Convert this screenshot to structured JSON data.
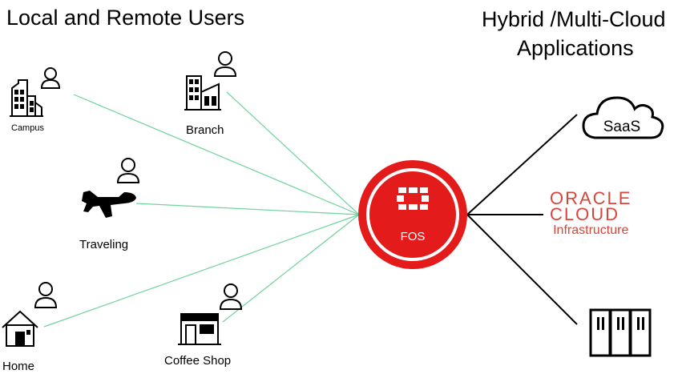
{
  "left_title": "Local and Remote Users",
  "right_title_line1": "Hybrid /Multi-Cloud",
  "right_title_line2": "Applications",
  "hub": {
    "label": "FOS",
    "color": "#e31b1b"
  },
  "sites": {
    "campus": "Campus",
    "branch": "Branch",
    "traveling": "Traveling",
    "home": "Home",
    "coffee_shop": "Coffee Shop"
  },
  "apps": {
    "saas": "SaaS",
    "oracle_line1": "ORACLE",
    "oracle_line2": "CLOUD",
    "oracle_line3": "Infrastructure"
  },
  "colors": {
    "user_link": "#6fd39a",
    "app_link": "#000000",
    "oracle": "#d8453a"
  },
  "icons": [
    "person-icon",
    "building-icon",
    "airplane-icon",
    "house-icon",
    "shop-icon",
    "cloud-icon",
    "server-icon",
    "fortinet-logo-icon"
  ]
}
